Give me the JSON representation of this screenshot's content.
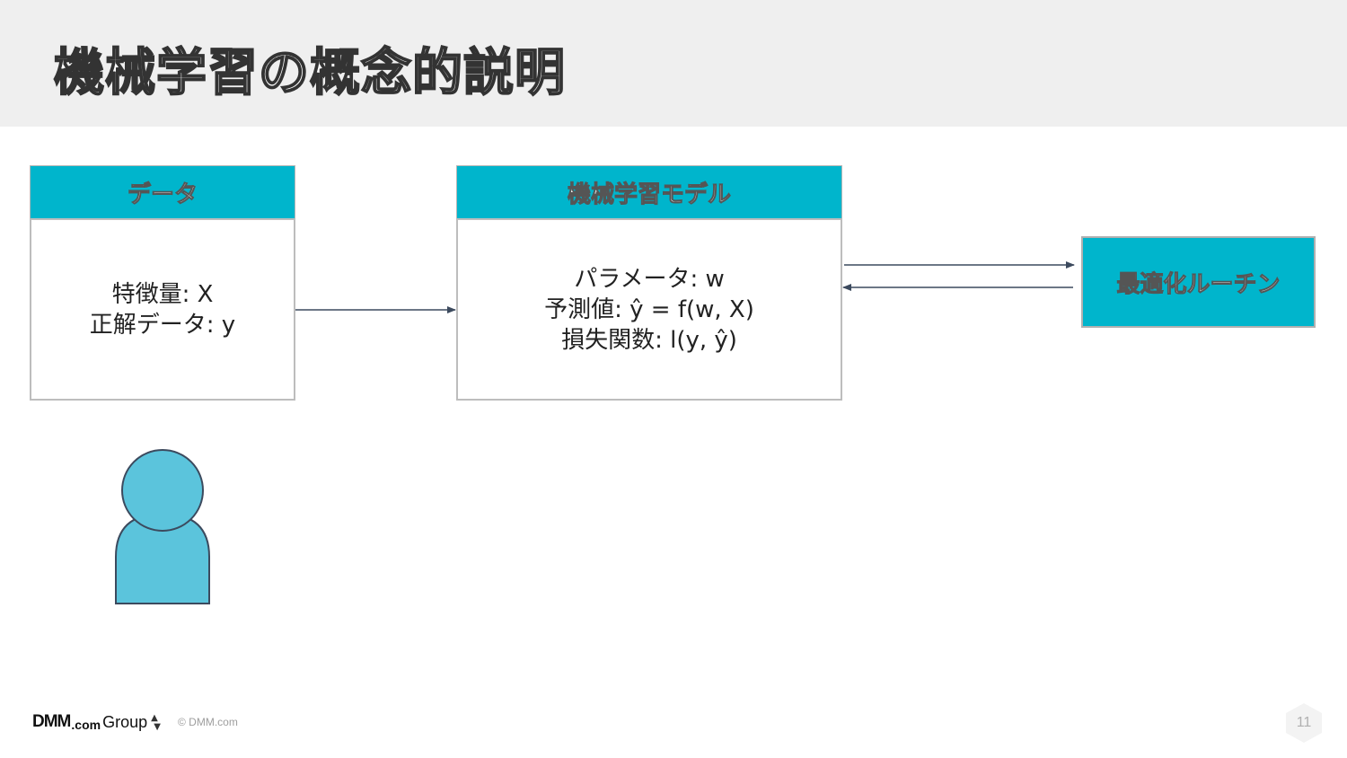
{
  "slide": {
    "title": "機械学習の概念的説明",
    "page_number": "11"
  },
  "data_box": {
    "header": "データ",
    "lines": [
      "特徴量: X",
      "正解データ: y"
    ]
  },
  "model_box": {
    "header": "機械学習モデル",
    "lines": [
      "パラメータ: w",
      "予測値:  ŷ = f(w, X)",
      "損失関数: l(y, ŷ)"
    ]
  },
  "optimizer_box": {
    "label": "最適化ルーチン"
  },
  "footer": {
    "logo_main": "DMM",
    "logo_com": ".com",
    "logo_group": "Group",
    "copyright": "© DMM.com"
  },
  "colors": {
    "accent": "#00b5cc",
    "person": "#5bc4dc",
    "arrow": "#3c4a5e",
    "header_bg": "#efefef"
  },
  "icons": [
    "person-icon",
    "arrow-right-icon",
    "arrow-left-icon",
    "logo-triangle-icon",
    "hexagon-icon"
  ]
}
